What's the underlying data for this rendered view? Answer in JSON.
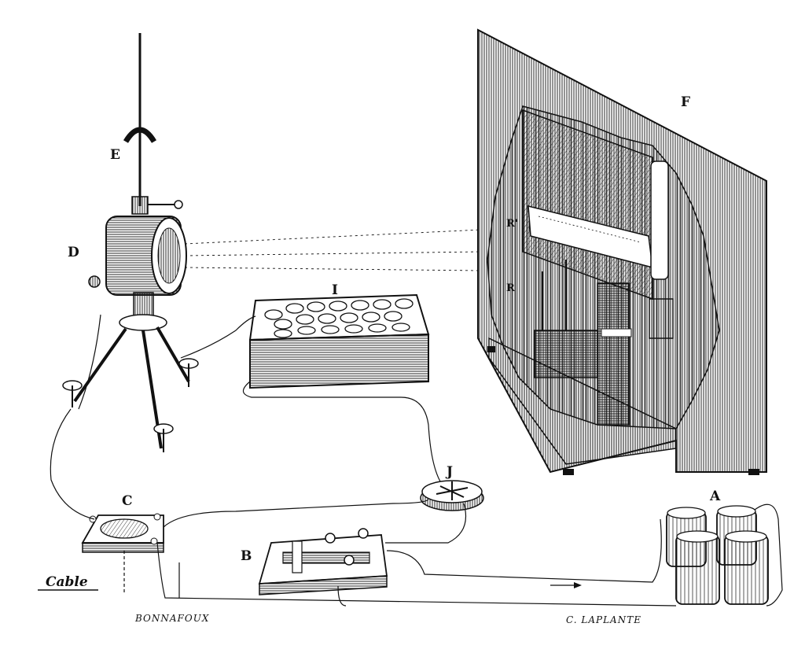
{
  "labels": {
    "A": "A",
    "B": "B",
    "C": "C",
    "D": "D",
    "E": "E",
    "F": "F",
    "I": "I",
    "J": "J",
    "R1": "R'",
    "R2": "R"
  },
  "captions": {
    "cable": "Cable",
    "signature_left": "BONNAFOUX",
    "signature_right": "C. LAPLANTE"
  },
  "colors": {
    "ink": "#111111",
    "paper": "#ffffff",
    "shade": "#555555"
  }
}
